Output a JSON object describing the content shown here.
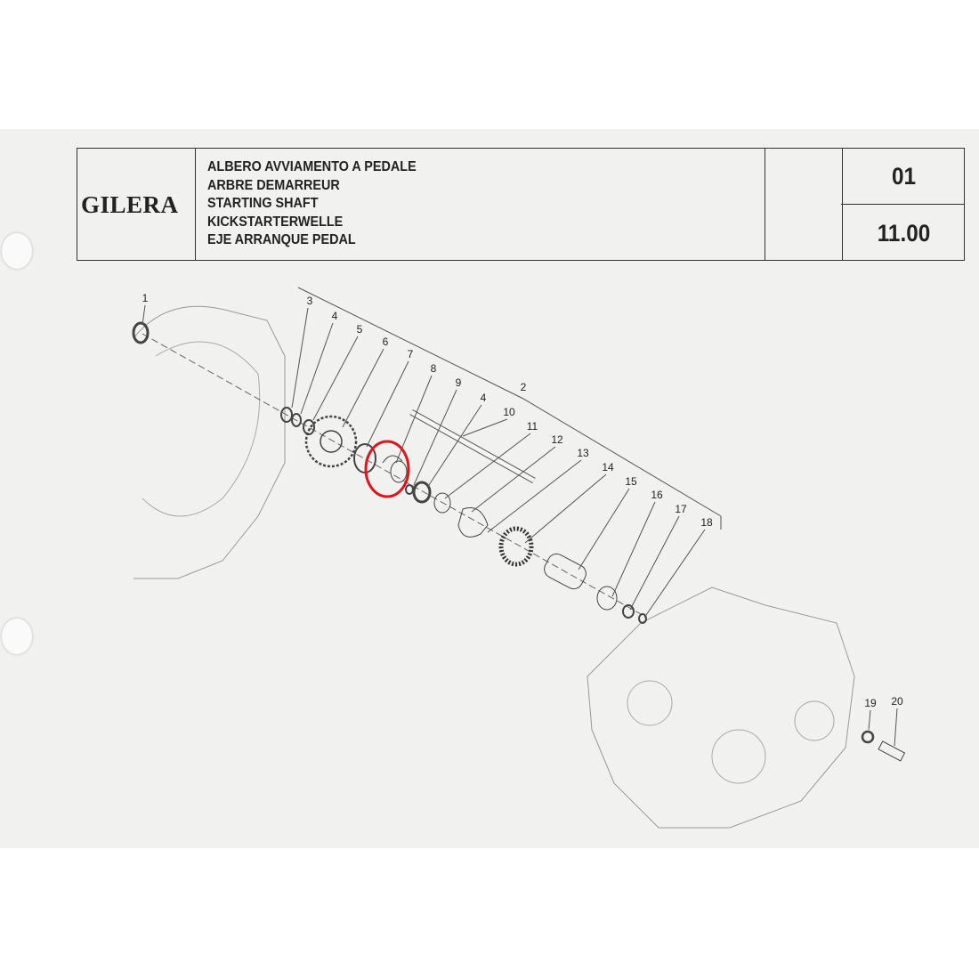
{
  "header": {
    "brand": "GILERA",
    "titles": [
      "ALBERO AVVIAMENTO A PEDALE",
      "ARBRE DEMARREUR",
      "STARTING SHAFT",
      "KICKSTARTERWELLE",
      "EJE ARRANQUE PEDAL"
    ],
    "table_number": "01",
    "edition": "11.00"
  },
  "callouts": [
    "1",
    "2",
    "3",
    "4",
    "5",
    "6",
    "7",
    "8",
    "9",
    "4",
    "10",
    "11",
    "12",
    "13",
    "14",
    "15",
    "16",
    "17",
    "18",
    "19",
    "20"
  ],
  "highlight_color": "#e0141e"
}
